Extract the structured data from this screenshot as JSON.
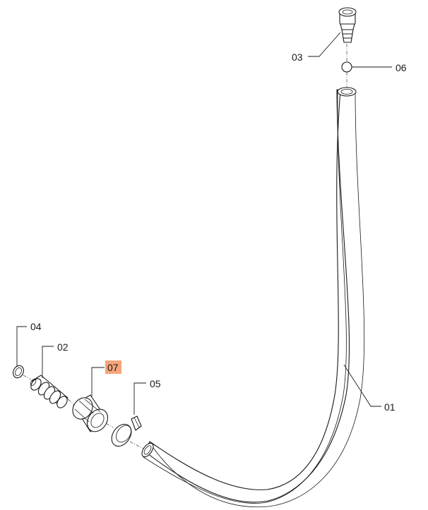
{
  "colors": {
    "line": "#1a1a1a",
    "background": "#ffffff",
    "highlight": "#f4a67a"
  },
  "callouts": {
    "c01": "01",
    "c02": "02",
    "c03": "03",
    "c04": "04",
    "c05": "05",
    "c06": "06",
    "c07": "07"
  },
  "highlighted_callout": "07"
}
